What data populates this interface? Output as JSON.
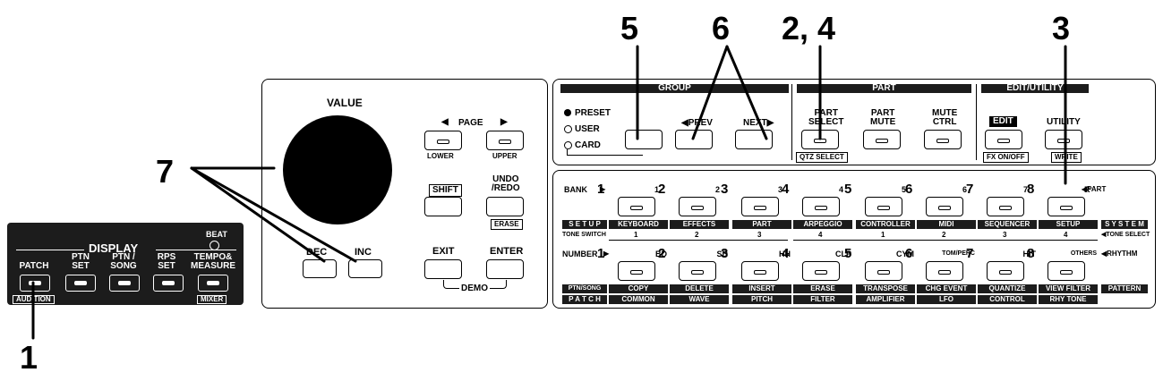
{
  "callouts": [
    "5",
    "6",
    "2, 4",
    "3",
    "7",
    "1"
  ],
  "display": {
    "title": "DISPLAY",
    "beat": "BEAT",
    "buttons": [
      "PATCH",
      "PTN\nSET",
      "PTN /\nSONG",
      "RPS\nSET",
      "TEMPO&\nMEASURE"
    ],
    "sub_audition": "AUDITION",
    "sub_mixer": "MIXER"
  },
  "left_panel": {
    "value": "VALUE",
    "dec": "DEC",
    "inc": "INC",
    "page": "PAGE",
    "lower": "LOWER",
    "upper": "UPPER",
    "shift": "SHIFT",
    "undo_redo": "UNDO\n/REDO",
    "erase": "ERASE",
    "exit": "EXIT",
    "enter": "ENTER",
    "demo": "DEMO"
  },
  "group": {
    "header": "GROUP",
    "preset": "PRESET",
    "user": "USER",
    "card": "CARD",
    "prev": "PREV",
    "next": "NEXT"
  },
  "part": {
    "header": "PART",
    "part_select": "PART\nSELECT",
    "part_mute": "PART\nMUTE",
    "mute_ctrl": "MUTE\nCTRL",
    "qtz_select": "QTZ SELECT"
  },
  "edit_utility": {
    "header": "EDIT/UTILITY",
    "edit": "EDIT",
    "utility": "UTILITY",
    "fx_on_off": "FX ON/OFF",
    "write": "WRITE"
  },
  "bank_row": {
    "label": "BANK",
    "nums": [
      "1",
      "2",
      "3",
      "4",
      "5",
      "6",
      "7",
      "8"
    ],
    "subs": [
      "1",
      "2",
      "3",
      "4",
      "5",
      "6",
      "7",
      "R"
    ],
    "part": "PART",
    "setup_band": "S E T U P",
    "setup_items": [
      "KEYBOARD",
      "EFFECTS",
      "PART",
      "ARPEGGIO",
      "CONTROLLER",
      "MIDI",
      "SEQUENCER",
      "SETUP"
    ],
    "system": "S Y S T E M",
    "tone_switch": "TONE SWITCH",
    "tone_nums": [
      "1",
      "2",
      "3",
      "4",
      "1",
      "2",
      "3",
      "4"
    ],
    "tone_select": "TONE SELECT"
  },
  "number_row": {
    "label": "NUMBER",
    "nums": [
      "1",
      "2",
      "3",
      "4",
      "5",
      "6",
      "7",
      "8"
    ],
    "subs": [
      "BD",
      "SD",
      "HH",
      "CLP",
      "CYM",
      "TOM/PERC",
      "HIT",
      "OTHERS"
    ],
    "rhythm": "RHYTHM",
    "ptn_song": "PTN/SONG",
    "ptn_items": [
      "COPY",
      "DELETE",
      "INSERT",
      "ERASE",
      "TRANSPOSE",
      "CHG EVENT",
      "QUANTIZE",
      "VIEW FILTER"
    ],
    "pattern": "PATTERN",
    "patch": "P A T C H",
    "patch_items": [
      "COMMON",
      "WAVE",
      "PITCH",
      "FILTER",
      "AMPLIFIER",
      "LFO",
      "CONTROL",
      "RHY TONE"
    ]
  }
}
